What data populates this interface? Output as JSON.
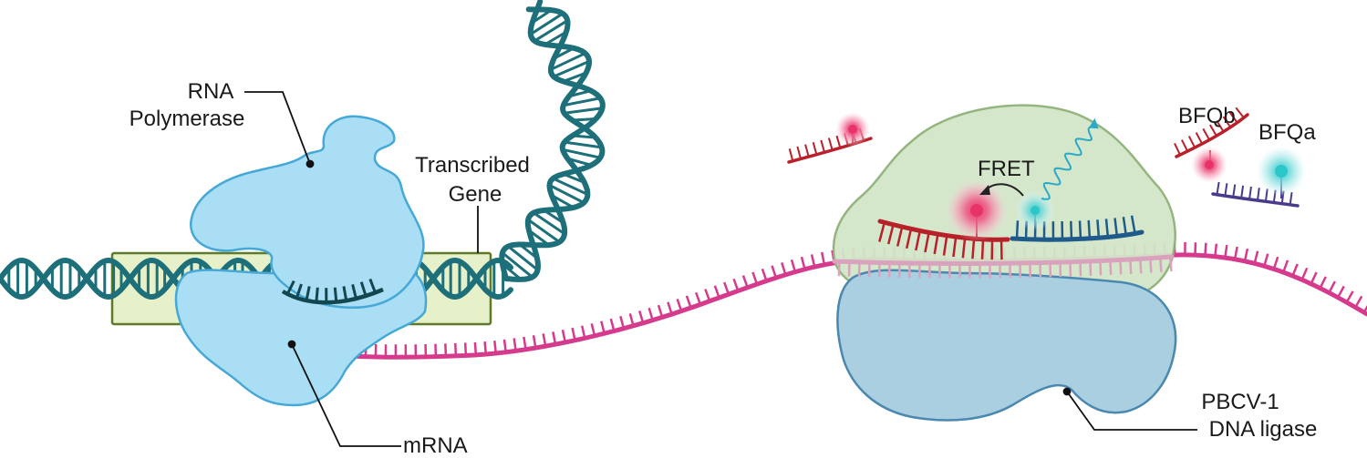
{
  "labels": {
    "rna_polymerase_line1": "RNA",
    "rna_polymerase_line2": "Polymerase",
    "transcribed_gene_line1": "Transcribed",
    "transcribed_gene_line2": "Gene",
    "mrna": "mRNA",
    "fret": "FRET",
    "bfqb": "BFQb",
    "bfqa": "BFQa",
    "ligase_line1": "PBCV-1",
    "ligase_line2": "DNA ligase"
  },
  "colors": {
    "dna": "#1d6f7a",
    "mrna": "#d63a8c",
    "probe_red": "#b8202a",
    "probe_blue": "#1f5b8a",
    "probe_purple": "#4a3a8c",
    "polymerase": "#a9def5",
    "polymerase_edge": "#45a8d6",
    "gene_box": "#e6f0c9",
    "gene_box_edge": "#5e7a2a",
    "ligase_green": "#d3e6c9",
    "ligase_green_edge": "#8fb27a",
    "ligase_blue": "#a9cfe0",
    "ligase_blue_edge": "#4a88b0",
    "fluor_pink": "#e8336a",
    "fluor_cyan": "#2cc7c9"
  }
}
